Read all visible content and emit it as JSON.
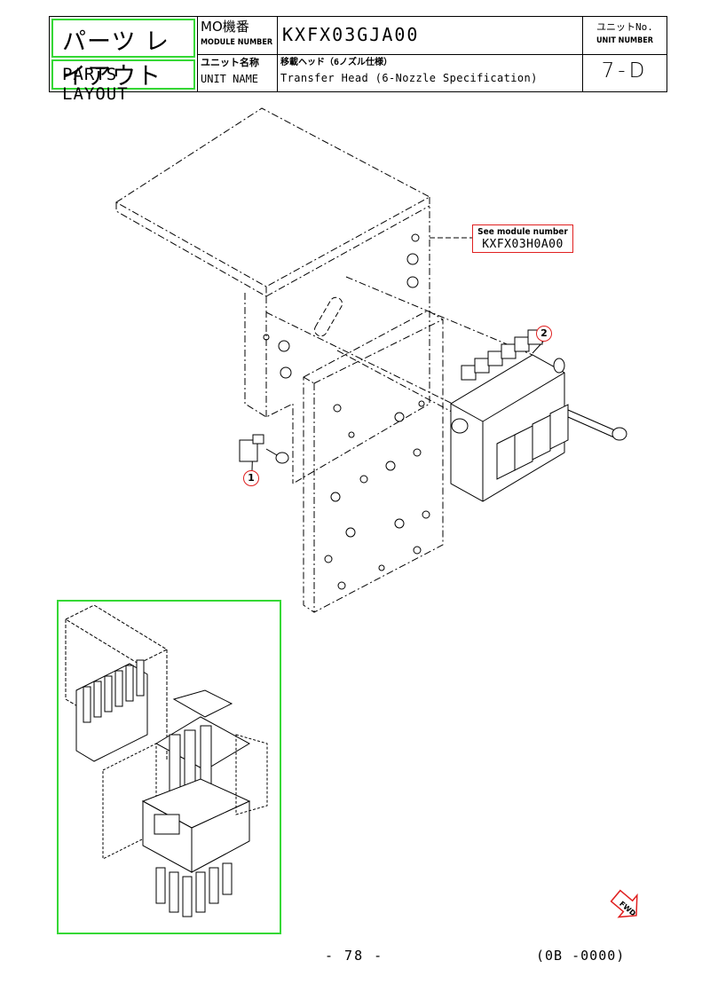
{
  "header": {
    "title_jp": "パーツ レイアウト",
    "title_en": "PARTS LAYOUT",
    "mo_label_jp": "MO機番",
    "mo_label_en": "MODULE NUMBER",
    "module_number": "KXFX03GJA00",
    "unit_name_label_jp": "ユニット名称",
    "unit_name_label_en": "UNIT NAME",
    "unit_name_jp": "移載ヘッド（6ノズル仕様）",
    "unit_name_en": "Transfer Head (6-Nozzle Specification)",
    "unit_no_label_jp": "ユニットNo.",
    "unit_no_label_en": "UNIT NUMBER",
    "unit_number": "7-D"
  },
  "drawing": {
    "reference_note": "See module number",
    "reference_module": "KXFX03H0A00",
    "callouts": [
      "1",
      "2"
    ],
    "direction_marker": "FWD",
    "accent_color": "#35d835",
    "callout_color": "#e02020"
  },
  "footer": {
    "page_number": "- 78 -",
    "doc_code": "(0B -0000)"
  }
}
